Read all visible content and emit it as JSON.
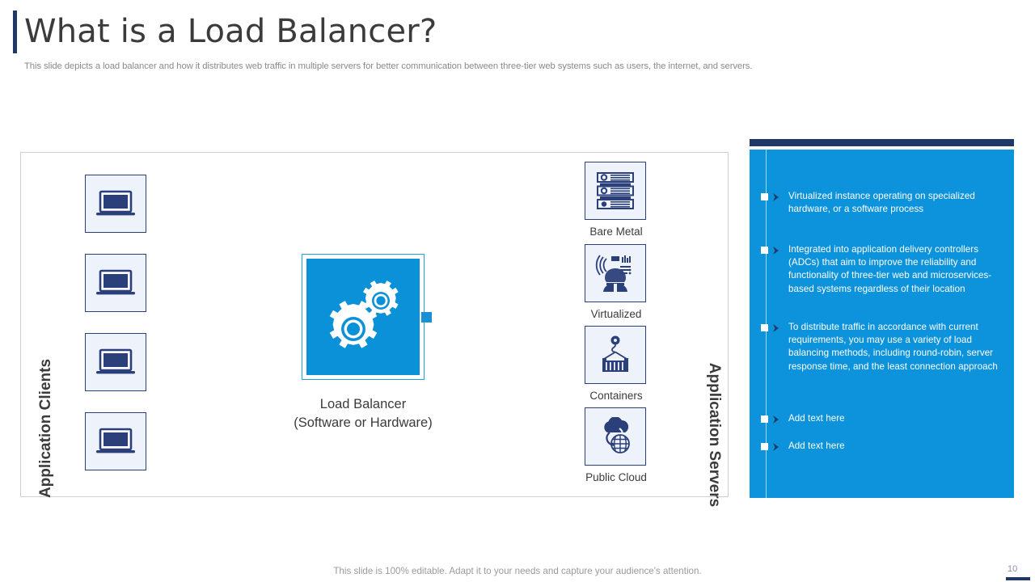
{
  "header": {
    "title": "What is a Load Balancer?",
    "subtitle": "This slide depicts a load balancer and how it distributes web traffic in multiple servers for better communication between three-tier web systems such as users, the internet, and servers."
  },
  "diagram": {
    "left_axis_label": "Application Clients",
    "right_axis_label": "Application Servers",
    "center": {
      "icon": "gears-icon",
      "caption_line1": "Load Balancer",
      "caption_line2": "(Software or Hardware)"
    },
    "clients": [
      {
        "icon": "laptop-icon"
      },
      {
        "icon": "laptop-icon"
      },
      {
        "icon": "laptop-icon"
      },
      {
        "icon": "laptop-icon"
      }
    ],
    "servers": [
      {
        "label": "Bare Metal",
        "icon": "server-rack-icon"
      },
      {
        "label": "Virtualized",
        "icon": "vr-headset-person-icon"
      },
      {
        "label": "Containers",
        "icon": "shipping-container-crane-icon"
      },
      {
        "label": "Public Cloud",
        "icon": "cloud-globe-icon"
      }
    ]
  },
  "panel": {
    "bullets": [
      "Virtualized instance operating on specialized hardware,  or a software  process",
      "Integrated into application delivery controllers (ADCs) that aim to improve the reliability and functionality of three-tier web and microservices-based systems regardless of their location",
      "To distribute traffic in accordance with current requirements,  you may use a variety of load balancing methods, including round-robin,  server response time, and the least connection approach",
      "Add text here",
      "Add text here"
    ]
  },
  "footer": {
    "note": "This slide is 100% editable. Adapt it to your needs and capture your audience's attention.",
    "page_number": "10"
  },
  "colors": {
    "accent_navy": "#1f3864",
    "accent_blue": "#0c93dc",
    "icon_navy": "#2b3f7a",
    "tile_fill": "#eef2fa",
    "wire_gray": "#808080"
  }
}
